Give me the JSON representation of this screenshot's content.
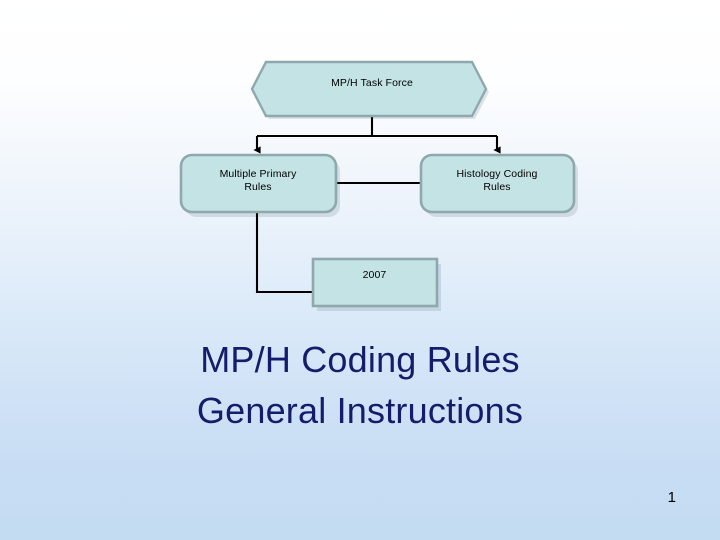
{
  "slide": {
    "background_top_color": "#ffffff",
    "background_bottom_color": "#c3dcf2",
    "page_number": "1"
  },
  "diagram": {
    "shape_fill_color": "#c3e3e4",
    "shape_border_color": "#8fa8ad",
    "connector_color": "#000000",
    "nodes": [
      {
        "id": "task-force",
        "shape": "hexagon",
        "label": "MP/H Task Force"
      },
      {
        "id": "multiple-primary-rules",
        "shape": "rounded-rectangle",
        "label": "Multiple Primary\nRules"
      },
      {
        "id": "histology-coding-rules",
        "shape": "rounded-rectangle",
        "label": "Histology Coding\nRules"
      },
      {
        "id": "year",
        "shape": "rectangle",
        "label": "2007"
      }
    ],
    "connectors": [
      {
        "from": "task-force",
        "to": "multiple-primary-rules",
        "arrow": true
      },
      {
        "from": "task-force",
        "to": "histology-coding-rules",
        "arrow": true
      },
      {
        "from": "multiple-primary-rules",
        "to": "histology-coding-rules",
        "arrow": false
      },
      {
        "from": "multiple-primary-rules",
        "to": "year",
        "arrow": false
      }
    ]
  },
  "title": {
    "line1": "MP/H Coding Rules",
    "line2": "General Instructions",
    "color": "#151c6b"
  }
}
